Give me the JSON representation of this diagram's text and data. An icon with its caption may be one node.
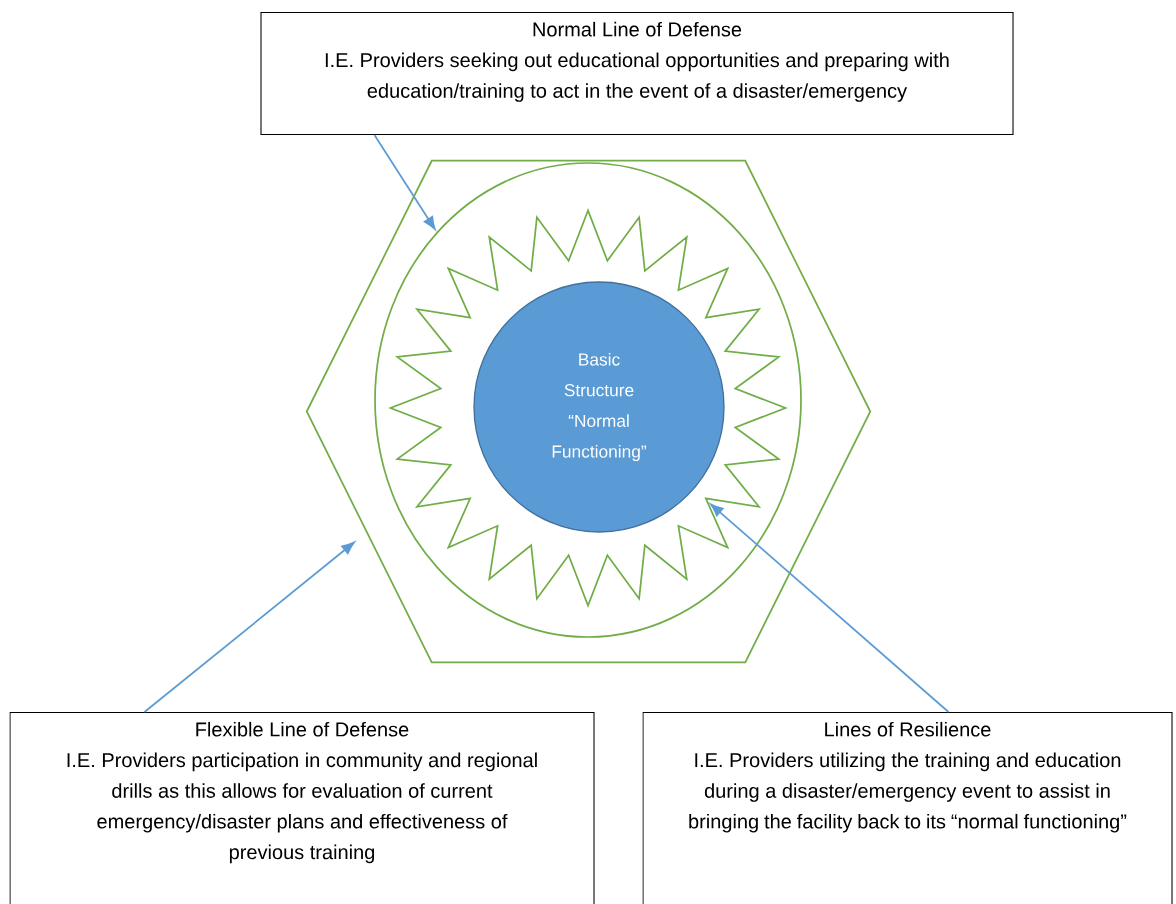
{
  "diagram": {
    "nodes": [
      {
        "text": [
          "Normal Line of Defense",
          "I.E. Providers seeking out educational opportunities and preparing with education/training to act in the event of a disaster/emergency"
        ]
      },
      {
        "text": [],
        "shape": "hexagon"
      },
      {
        "text": [],
        "shape": "ellipse",
        "in": 1
      },
      {
        "text": [],
        "shape": "star",
        "in": 2
      },
      {
        "text": [
          "Basic Structure “Normal Functioning”"
        ],
        "in": 3
      },
      {
        "text": [
          "Flexible Line of Defense",
          "I.E. Providers participation in community and regional drills as this allows for evaluation of current emergency/disaster plans and effectiveness of previous training"
        ]
      },
      {
        "text": [
          "Lines of Resilience",
          "I.E. Providers utilizing the training and education during a disaster/emergency event to assist in bringing the facility back to its “normal functioning”"
        ]
      }
    ],
    "edges": [
      {
        "from": 0,
        "to": 2,
        "arrow": "to"
      },
      {
        "from": 5,
        "to": 1,
        "arrow": "to"
      },
      {
        "from": 6,
        "to": 3,
        "arrow": "to"
      }
    ]
  }
}
